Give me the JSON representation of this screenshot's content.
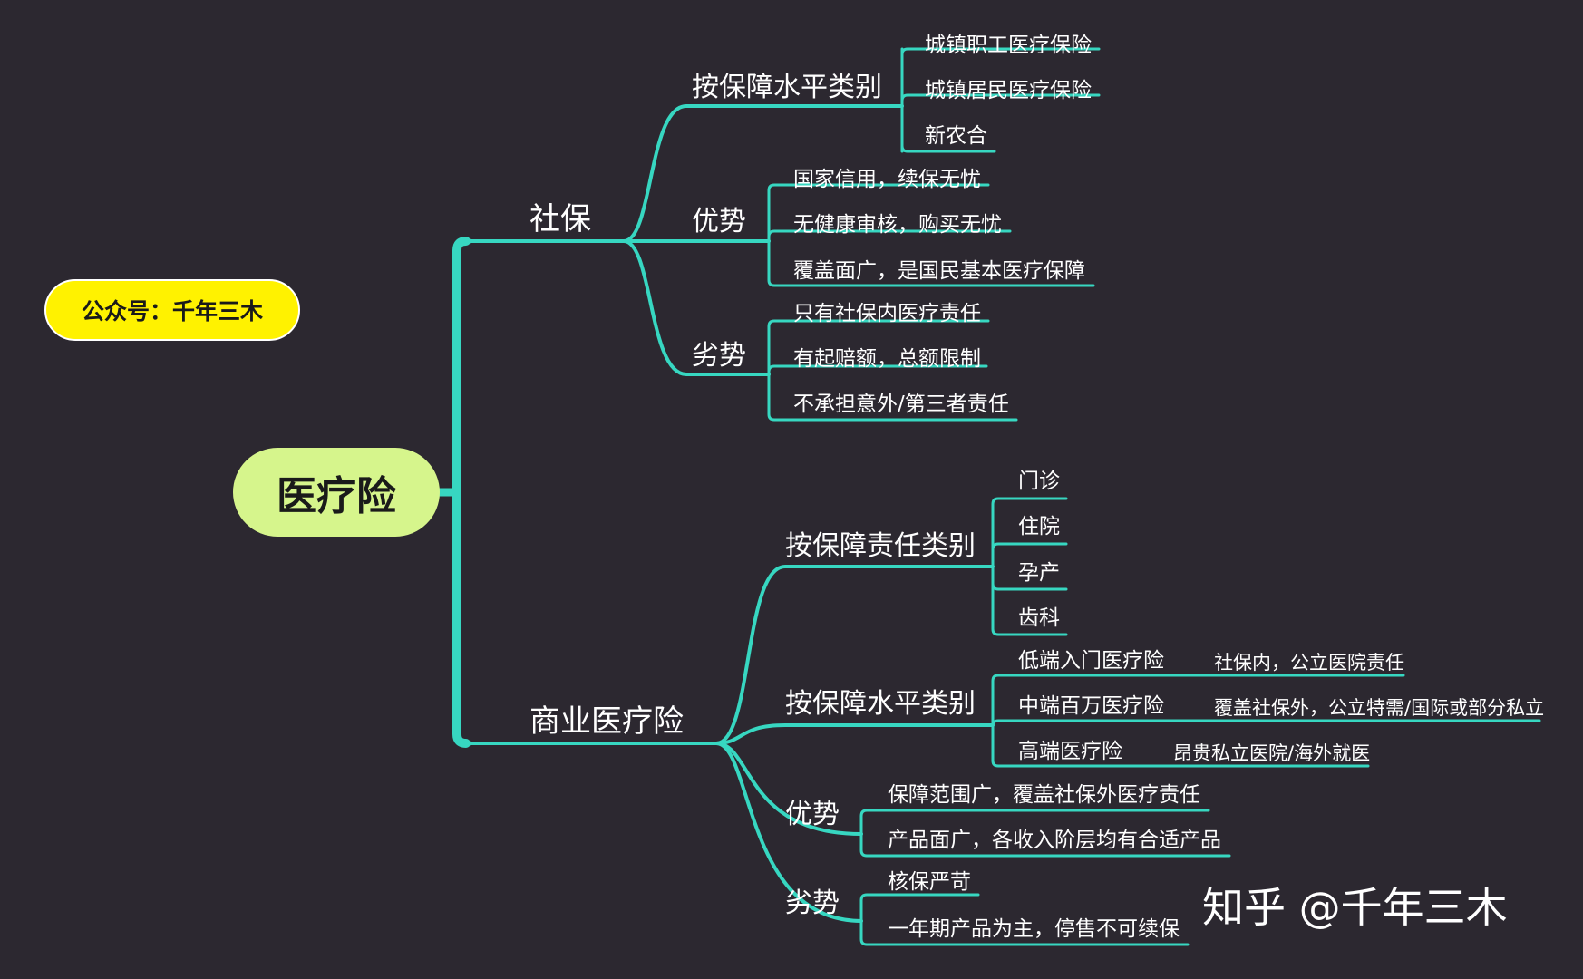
{
  "tag": "公众号：千年三木",
  "root": "医疗险",
  "watermark": "知乎 @千年三木",
  "line_color": "#37d7c1",
  "social": {
    "title": "社保",
    "level_title": "按保障水平类别",
    "levels": [
      "城镇职工医疗保险",
      "城镇居民医疗保险",
      "新农合"
    ],
    "adv_title": "优势",
    "advs": [
      "国家信用，续保无忧",
      "无健康审核，购买无忧",
      "覆盖面广，是国民基本医疗保障"
    ],
    "dis_title": "劣势",
    "dis": [
      "只有社保内医疗责任",
      "有起赔额，总额限制",
      "不承担意外/第三者责任"
    ]
  },
  "commercial": {
    "title": "商业医疗险",
    "resp_title": "按保障责任类别",
    "resps": [
      "门诊",
      "住院",
      "孕产",
      "齿科"
    ],
    "level_title": "按保障水平类别",
    "levels": [
      {
        "name": "低端入门医疗险",
        "desc": "社保内，公立医院责任"
      },
      {
        "name": "中端百万医疗险",
        "desc": "覆盖社保外，公立特需/国际或部分私立"
      },
      {
        "name": "高端医疗险",
        "desc": "昂贵私立医院/海外就医"
      }
    ],
    "adv_title": "优势",
    "advs": [
      "保障范围广，覆盖社保外医疗责任",
      "产品面广，各收入阶层均有合适产品"
    ],
    "dis_title": "劣势",
    "dis": [
      "核保严苛",
      "一年期产品为主，停售不可续保"
    ]
  }
}
